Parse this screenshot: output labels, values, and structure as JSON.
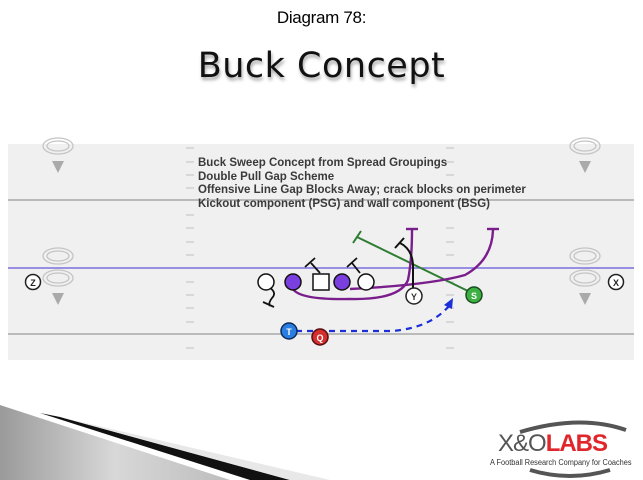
{
  "slide": {
    "subtitle": "Diagram 78:",
    "title": "Buck Concept"
  },
  "diagram": {
    "notes": [
      "Buck Sweep Concept from Spread Groupings",
      "Double Pull Gap Scheme",
      "Offensive Line Gap Blocks Away; crack blocks on perimeter",
      "Kickout component (PSG) and wall component (BSG)"
    ],
    "players": {
      "z": "Z",
      "x": "X",
      "y": "Y",
      "s": "S",
      "t": "T",
      "q": "Q"
    },
    "colors": {
      "field": "#f0f0f0",
      "line_of_scrimmage": "#7b6fe0",
      "pulling_linemen": "#7a1e8c",
      "guard_fill": "#7b3fe0",
      "green_route": "#2e7d32",
      "s_fill": "#3cb043",
      "t_fill": "#2a7de1",
      "q_fill": "#d32f2f",
      "motion": "#1a2fd8"
    }
  },
  "footer": {
    "logo_prefix": "X&O",
    "logo_brand": "LABS",
    "tagline": "A Football Research Company for Coaches"
  }
}
